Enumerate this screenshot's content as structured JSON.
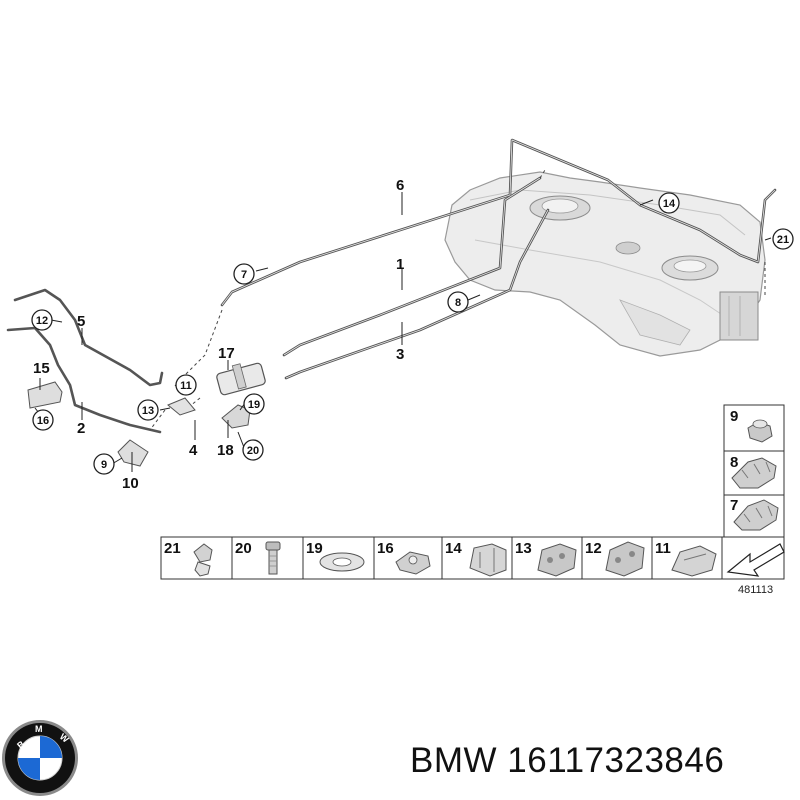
{
  "callouts": {
    "c1": "1",
    "c2": "2",
    "c3": "3",
    "c4": "4",
    "c5": "5",
    "c6": "6",
    "c7": "7",
    "c8": "8",
    "c9": "9",
    "c10": "10",
    "c11": "11",
    "c12": "12",
    "c13": "13",
    "c14": "14",
    "c15": "15",
    "c16": "16",
    "c17": "17",
    "c18": "18",
    "c19": "19",
    "c20": "20",
    "c21": "21"
  },
  "parts_legend": {
    "right_column": [
      "9",
      "8",
      "7"
    ],
    "bottom_row": [
      "21",
      "20",
      "19",
      "16",
      "14",
      "13",
      "12",
      "11"
    ]
  },
  "reference_number": "481113",
  "logo": {
    "letters": "BMW",
    "colors": {
      "blue": "#1c69d4",
      "white": "#ffffff",
      "ring": "#111111",
      "chrome": "#8a8a8a"
    }
  },
  "caption": {
    "brand": "BMW",
    "part_number": "16117323846"
  }
}
